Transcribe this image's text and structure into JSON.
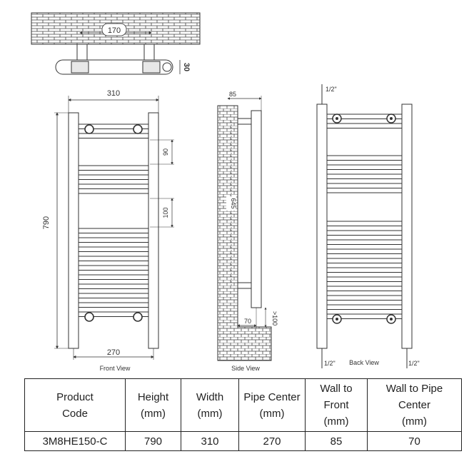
{
  "top_view": {
    "dim_width": "170",
    "dim_depth": "30"
  },
  "front_view": {
    "caption": "Front View",
    "dim_overall_width": "310",
    "dim_height": "790",
    "dim_pipe_center": "270",
    "dim_gap_upper": "90",
    "dim_gap_lower": "100"
  },
  "side_view": {
    "caption": "Side View",
    "dim_projection": "85",
    "dim_wall_pipe": "70",
    "dim_bracket": "645",
    "dim_floor": ">100"
  },
  "back_view": {
    "caption": "Back View",
    "pipe_label_top": "1/2\"",
    "pipe_label_bottom_left": "1/2\"",
    "pipe_label_bottom_right": "1/2\""
  },
  "spec_table": {
    "headers": [
      "Product\nCode",
      "Height\n(mm)",
      "Width\n(mm)",
      "Pipe Center\n(mm)",
      "Wall to\nFront\n(mm)",
      "Wall to Pipe\nCenter\n(mm)"
    ],
    "row": [
      "3M8HE150-C",
      "790",
      "310",
      "270",
      "85",
      "70"
    ]
  }
}
